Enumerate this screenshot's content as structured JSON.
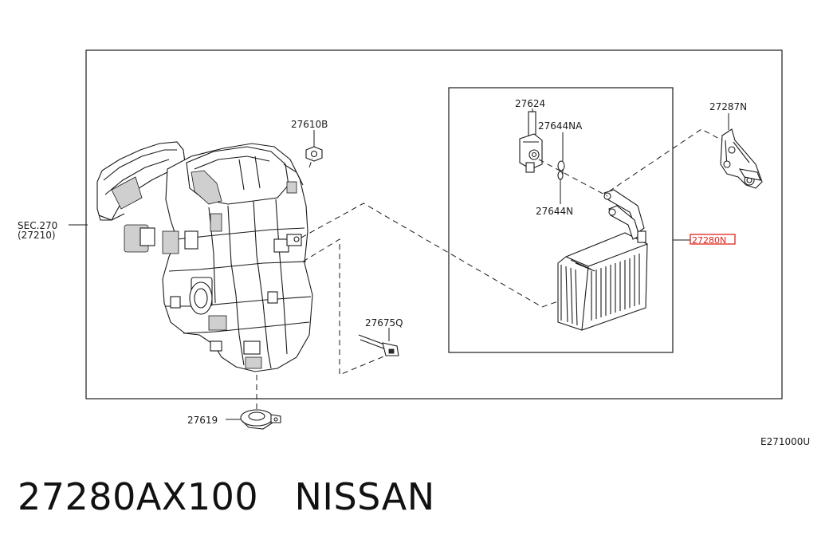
{
  "diagram_code": "E271000U",
  "callouts": {
    "sec_ref_line1": "SEC.270",
    "sec_ref_line2": "(27210)",
    "p27610B": "27610B",
    "p27624": "27624",
    "p27644NA": "27644NA",
    "p27644N": "27644N",
    "p27287N": "27287N",
    "p27280N": "27280N",
    "p27675Q": "27675Q",
    "p27619": "27619"
  },
  "highlight_color": "#e0241b",
  "caption": {
    "part_number": "27280AX100",
    "brand": "NISSAN"
  }
}
